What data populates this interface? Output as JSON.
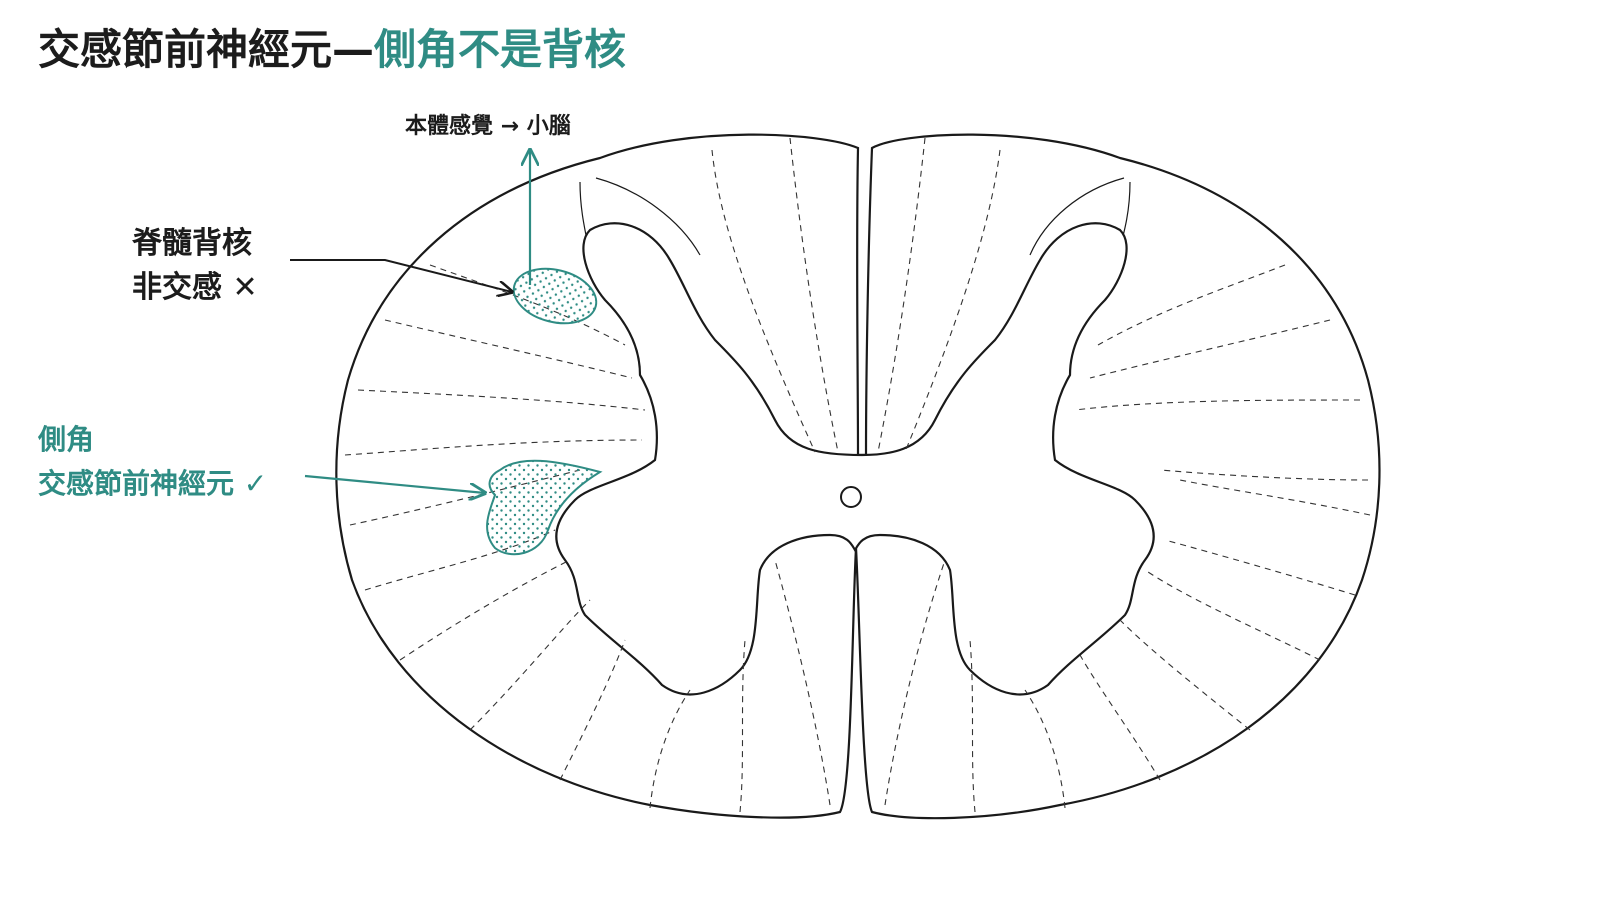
{
  "title": {
    "part1": "交感節前神經元",
    "dash": "—",
    "part2": "側角不是背核"
  },
  "labels": {
    "proprio": "本體感覺 → 小腦",
    "dorsal_nucleus_line1": "脊髓背核",
    "dorsal_nucleus_line2": "非交感 ✕",
    "lateral_horn_line1": "側角",
    "lateral_horn_line2": "交感節前神經元 ✓"
  },
  "colors": {
    "accent": "#2f8c84",
    "text": "#1c1c1c",
    "stroke": "#1a1a1a"
  },
  "icons": {
    "cross": "x-mark-icon",
    "check": "check-mark-icon"
  }
}
